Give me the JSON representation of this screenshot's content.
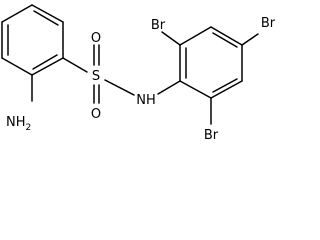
{
  "molecule": {
    "atoms": {
      "amine_group": "NH2",
      "amine_n": "N",
      "amine_h": "H",
      "amine_sub": "2",
      "sulfur": "S",
      "oxygen_top": "O",
      "oxygen_bottom": "O",
      "nh_group": "NH",
      "bromine_top_left": "Br",
      "bromine_top_right": "Br",
      "bromine_bottom": "Br"
    }
  }
}
